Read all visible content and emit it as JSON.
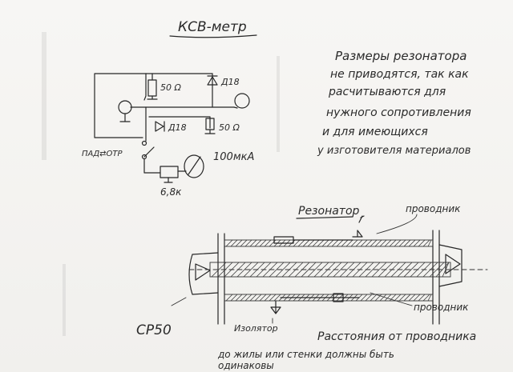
{
  "title": "КСВ-метр",
  "notes": {
    "resonator_dims_lines": [
      "Размеры резонатора",
      "не приводятся, так как",
      "расчитываются для",
      "нужного сопротивления",
      "и для имеющихся",
      "у изготовителя материалов"
    ],
    "distance_lines": [
      "Расстояния от проводника",
      "до жилы или стенки должны быть",
      "одинаковы"
    ]
  },
  "schematic": {
    "resistor_top_label": "50 Ω",
    "diode_top_label": "Д18",
    "diode_bottom_label": "Д18",
    "resistor_bottom_label": "50 Ω",
    "switch_label": "ПАД⇄ОТР",
    "meter_label": "100мкА",
    "pot_label": "6,8к"
  },
  "resonator": {
    "title": "Резонатор",
    "conductor_top_label": "проводник",
    "conductor_bottom_label": "проводник",
    "connector_label": "СР50",
    "insulator_label": "Изолятор"
  }
}
